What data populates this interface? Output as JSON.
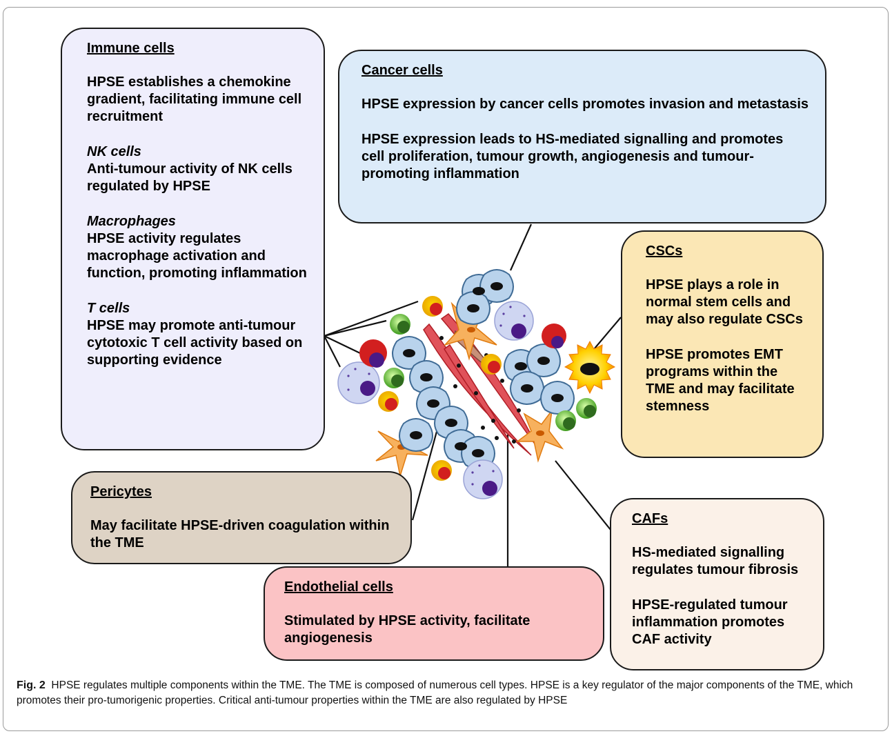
{
  "immune": {
    "heading": "Immune cells",
    "intro": "HPSE establishes a chemokine gradient, facilitating immune cell recruitment",
    "nk_title": "NK cells",
    "nk_text": "Anti-tumour activity of NK cells regulated by HPSE",
    "mac_title": "Macrophages",
    "mac_text": "HPSE activity regulates macrophage activation and function, promoting inflammation",
    "t_title": "T cells",
    "t_text": "HPSE may promote anti-tumour cytotoxic T cell activity based on supporting evidence"
  },
  "cancer": {
    "heading": "Cancer cells",
    "p1": "HPSE expression by cancer cells promotes invasion and metastasis",
    "p2": "HPSE expression leads to HS-mediated signalling and promotes cell proliferation, tumour growth, angiogenesis and tumour-promoting inflammation"
  },
  "cscs": {
    "heading": "CSCs",
    "p1": "HPSE plays a role in normal stem cells and may also regulate CSCs",
    "p2": "HPSE promotes EMT programs within the TME and may facilitate stemness"
  },
  "pericytes": {
    "heading": "Pericytes",
    "p1": "May facilitate HPSE-driven coagulation within the TME"
  },
  "endothelial": {
    "heading": "Endothelial cells",
    "p1": "Stimulated by HPSE activity, facilitate angiogenesis"
  },
  "cafs": {
    "heading": "CAFs",
    "p1": "HS-mediated signalling regulates tumour fibrosis",
    "p2": "HPSE-regulated tumour inflammation promotes CAF activity"
  },
  "caption": {
    "label": "Fig. 2",
    "text": "HPSE regulates multiple components within the TME. The TME is composed of numerous cell types. HPSE is a key regulator of the major components of the TME, which promotes their pro-tumorigenic properties. Critical anti-tumour properties within the TME are also regulated by HPSE"
  },
  "colors": {
    "cancer_cell": "#b9d3ec",
    "endothelial": "#e0525a",
    "caf": "#f5a04a",
    "stem_cell": "#f6b800",
    "nk_green": "#2f6b1e",
    "t_cell_red": "#d21f1f",
    "macrophage": "#cfd6f2"
  }
}
